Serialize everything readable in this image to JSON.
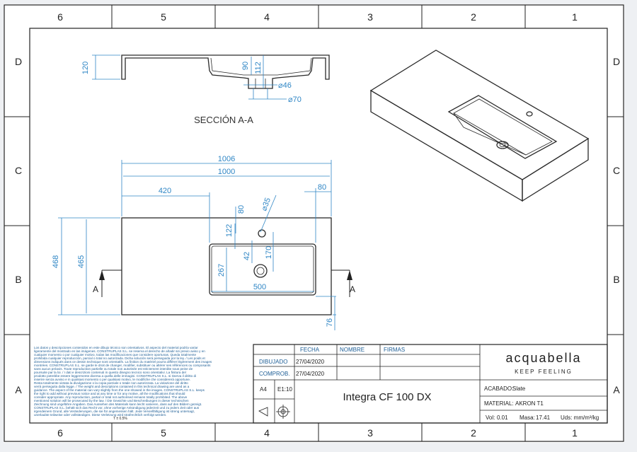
{
  "zones": {
    "columns": [
      "6",
      "5",
      "4",
      "3",
      "2",
      "1"
    ],
    "rows": [
      "D",
      "C",
      "B",
      "A"
    ]
  },
  "section": {
    "title": "SECCIÓN A-A",
    "dims": {
      "total_height": "120",
      "depth": "90",
      "bowl_height": "112",
      "drain_inner": "⌀46",
      "drain_outer": "⌀70"
    }
  },
  "plan": {
    "dims": {
      "total_width": "1006",
      "inner_width": "1000",
      "bowl_offset": "420",
      "right_margin": "80",
      "tap_offset": "80",
      "tap_diameter": "⌀35",
      "tap_to_bowl": "122",
      "bowl_inner": "170",
      "drain_offset": "42",
      "bowl_depth": "267",
      "bowl_width": "500",
      "depth_total": "468",
      "depth_inner": "465",
      "front_margin": "76"
    },
    "section_markers": [
      "A",
      "A"
    ]
  },
  "disclaimer": [
    "Los datos y descripciones contenidos en este dibujo técnico son orientativos. El aspecto del material podría variar",
    "ligeramente del mostrado en las imágenes. CONSTRUPLAS S.L. se reserva el derecho de añadir sin previo aviso y en",
    "cualquier momento o por cualquier motivo, todas las modificaciones que considere oportunas. Queda totalmente",
    "prohibida cualquier reproducción, parcial o total no autorizada. Dicha solución será perseguida por la ley. / Les poids et",
    "dimensions indiqués dans ce dessin technique sont orientatifs. La finition du matériel pourra différer légèrement des images",
    "montrées. CONSTRUPLAS S.L. se garde le droit de changer, modifier, substituer ou altérer ses références ou composants",
    "sans aucun préavis. Toute reproduction partielle ou totale non autorisée est strictement interdite sous peine de",
    "poursuite par la loi. / I dati e descrizioni contenuti in questo disegno tecnico sono orientativi. La finitura del",
    "prodotto potrebbe essere leggermente diversa a quella delle immagini. CONSTRUPLAS S.L. si riserva il diritto di",
    "inserire senza avviso e in qualsiasi momento o per qualsiasi motivo, le modifiche che considererà opportune.",
    "Resta totalmente vietata la divulgazione o la copia parziale o totale non autorizzata. La violazione del diritto",
    "verrà perseguita dalla legge. / The weight and descriptions contained in this technical drawing are used as a",
    "guidance. The aspect of the material can vary slightly from the one showed in the images. CONSTRUPLAS S.L. keeps",
    "the right to add without previous notice and at any time or for any motive, all the modifications that should",
    "consider appropriate. Any reproduction, partial or total not authorised remains totally prohibited. The above",
    "mentioned solution will be prosecuted by the law. / Die Gewichte und Beschreibungen in dieser technischen",
    "Zeichnung sind ungefähre Angaben. Das Aussehen des Materials kann leicht variieren, dass auf den Bildern gezeigt.",
    "CONSTRUPLAS S.L. behält sich das Recht vor, ohne vorherige Ankündigung jederzeit und zu jedem Zeit oder aus",
    "irgendeinem Grund, alle Veränderungen, die sie für angemessen hält. Jede Vervielfältigung ist streng untersagt,",
    "unerlaubte teilweise oder vollständigen. Diese Verletzung wird strafrechtlich verfolgt werden."
  ],
  "tolerance": "T ± 0.5%",
  "title_block": {
    "col_fecha": "FECHA",
    "col_nombre": "NOMBRE",
    "col_firmas": "FIRMAS",
    "row_dibujado": "DIBUJADO",
    "date_dibujado": "27/04/2020",
    "row_comprob": "COMPROB.",
    "date_comprob": "27/04/2020",
    "sheet_size": "A4",
    "scale": "E1:10",
    "product_name": "Integra CF 100 DX",
    "brand": "acquabella",
    "tagline": "KEEP FEELING",
    "acabado_label": "ACABADO:",
    "acabado_value": "Slate",
    "material_label": "MATERIAL:",
    "material_value": "AKRON T1",
    "vol_label": "Vol:",
    "vol_value": "0.01",
    "masa_label": "Masa:",
    "masa_value": "17.41",
    "uds_label": "Uds: mm/m³/kg"
  }
}
